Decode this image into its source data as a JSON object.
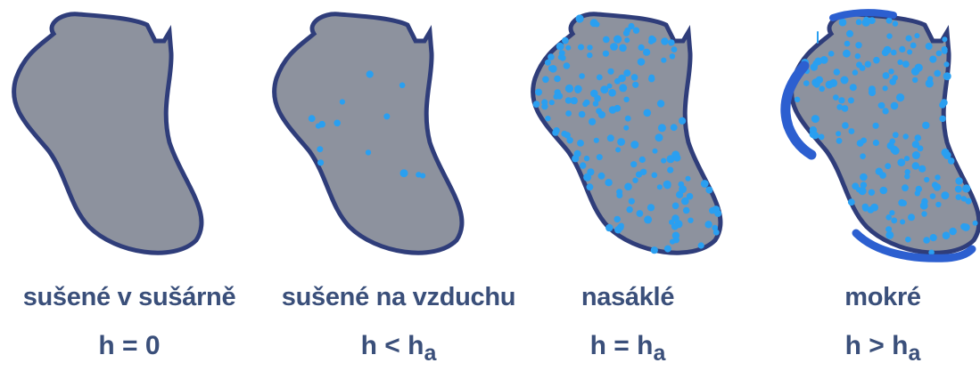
{
  "colors": {
    "body_fill": "#8d929e",
    "outline": "#2f3d7a",
    "water": "#2a9ff0",
    "wet_film": "#2c5fd0",
    "text": "#3a4f7a"
  },
  "panels": [
    {
      "name": "susene-v-susarne",
      "title": "sušené v sušárně",
      "eq_lhs": "h",
      "eq_op": "=",
      "eq_rhs": "0",
      "eq_sub": "",
      "water_level": "none"
    },
    {
      "name": "susene-na-vzduchu",
      "title": "sušené na vzduchu",
      "eq_lhs": "h",
      "eq_op": "<",
      "eq_rhs": "h",
      "eq_sub": "a",
      "water_level": "low"
    },
    {
      "name": "nasakle",
      "title": "nasáklé",
      "eq_lhs": "h",
      "eq_op": "=",
      "eq_rhs": "h",
      "eq_sub": "a",
      "water_level": "saturated"
    },
    {
      "name": "mokre",
      "title": "mokré",
      "eq_lhs": "h",
      "eq_op": ">",
      "eq_rhs": "h",
      "eq_sub": "a",
      "water_level": "saturated-with-surface-film"
    }
  ]
}
